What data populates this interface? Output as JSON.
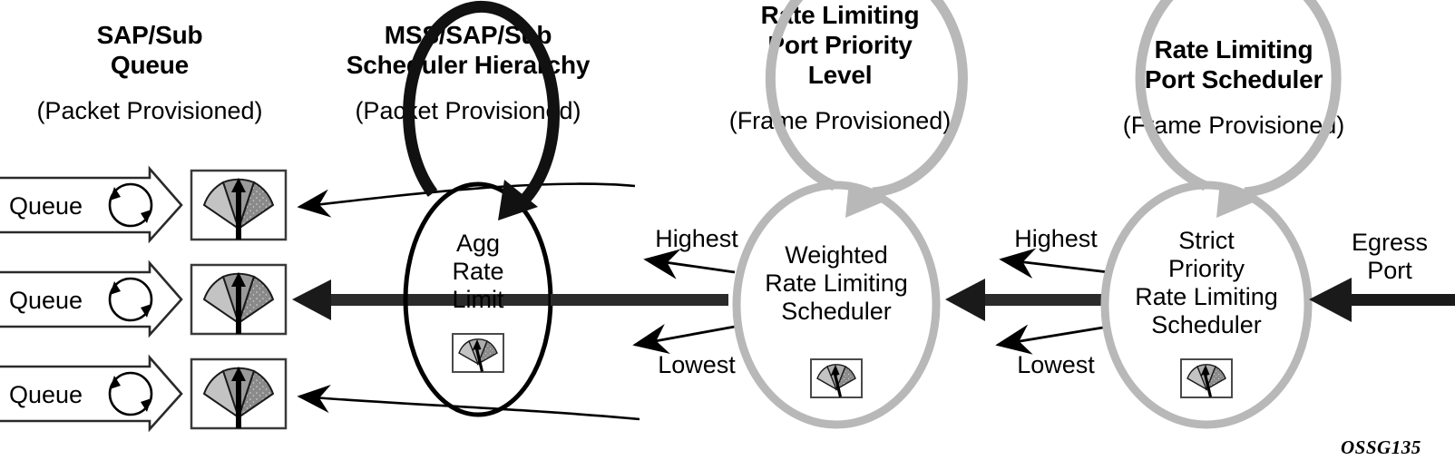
{
  "diagram": {
    "watermark": "OSSG135",
    "columns": [
      {
        "id": "sap-sub-queue",
        "title_line1": "SAP/Sub",
        "title_line2": "Queue",
        "subtitle": "(Packet Provisioned)"
      },
      {
        "id": "mss-sap-sub-scheduler-hierarchy",
        "title_line1": "MSS/SAP/Sub",
        "title_line2": "Scheduler Hierarchy",
        "subtitle": "(Packet Provisioned)"
      },
      {
        "id": "rate-limiting-port-priority-level",
        "title_line1": "Rate Limiting",
        "title_line2": "Port Priority",
        "title_line3": "Level",
        "subtitle": "(Frame Provisioned)"
      },
      {
        "id": "rate-limiting-port-scheduler",
        "title_line1": "Rate Limiting",
        "title_line2": "Port Scheduler",
        "subtitle": "(Frame Provisioned)"
      }
    ],
    "queues": [
      {
        "label": "Queue"
      },
      {
        "label": "Queue"
      },
      {
        "label": "Queue"
      }
    ],
    "agg_node": {
      "line1": "Agg",
      "line2": "Rate",
      "line3": "Limit"
    },
    "weighted_node": {
      "line1": "Weighted",
      "line2": "Rate Limiting",
      "line3": "Scheduler"
    },
    "strict_node": {
      "line1": "Strict",
      "line2": "Priority",
      "line3": "Rate Limiting",
      "line4": "Scheduler"
    },
    "priority_labels": {
      "mid_highest": "Highest",
      "mid_lowest": "Lowest",
      "right_highest": "Highest",
      "right_lowest": "Lowest"
    },
    "egress": {
      "line1": "Egress",
      "line2": "Port"
    },
    "colors": {
      "ink": "#000000",
      "dark_bar": "#2b2b2b",
      "gray_ellipse": "#b8b8b8",
      "gauge_light": "#c3c3c3",
      "gauge_mid": "#9a9a9a",
      "gauge_dark": "#888888",
      "background": "#ffffff"
    }
  }
}
